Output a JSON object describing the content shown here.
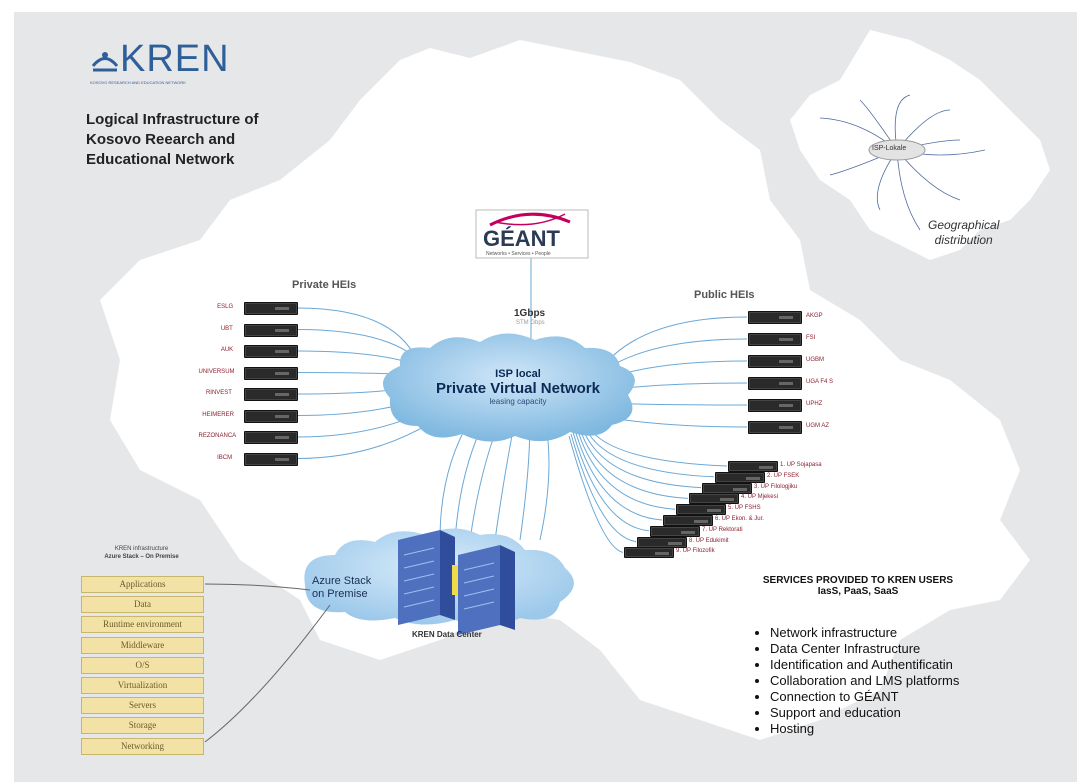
{
  "logo": {
    "name": "KREN",
    "tagline": "KOSOVO RESEARCH AND EDUCATION NETWORK"
  },
  "title_lines": [
    "Logical Infrastructure of",
    "Kosovo Reearch and",
    "Educational Network"
  ],
  "inset": {
    "node_label": "ISP-Lokale",
    "caption_lines": [
      "Geographical",
      "distribution"
    ]
  },
  "geant": {
    "name": "GÉANT",
    "tagline": "Networks • Services • People"
  },
  "uplink": {
    "speed": "1Gbps",
    "sub": "STM Gbps"
  },
  "private_heis": {
    "heading": "Private HEIs",
    "items": [
      "ESLG",
      "UBT",
      "AUK",
      "UNIVERSUM",
      "RINVEST",
      "HEIMERER",
      "REZONANCA",
      "IBCM"
    ]
  },
  "public_heis": {
    "heading": "Public HEIs",
    "items": [
      "AKGP",
      "FSI",
      "UGBM",
      "UGA F4 S",
      "UPHZ",
      "UGM AZ"
    ],
    "up_items": [
      "1. UP Sojapasa",
      "2. UP FSEK",
      "3. UP Filologjiku",
      "4. UP Mjekesi",
      "5. UP FSHS",
      "6. UP Ekon. & Jur.",
      "7. UP Rektorati",
      "8. UP Edukimit",
      "9. UP Filozofik"
    ]
  },
  "cloud": {
    "line1": "ISP local",
    "line2": "Private Virtual Network",
    "line3": "leasing capacity"
  },
  "azure": {
    "line1": "Azure Stack",
    "line2": "on Premise"
  },
  "datacenter_label": "KREN Data Center",
  "stack": {
    "header_line1": "KREN infrastructure",
    "header_line2": "Azure Stack – On Premise",
    "layers": [
      "Applications",
      "Data",
      "Runtime environment",
      "Middleware",
      "O/S",
      "Virtualization",
      "Servers",
      "Storage",
      "Networking"
    ]
  },
  "services": {
    "heading": "SERVICES PROVIDED TO KREN USERS",
    "subheading": "IasS, PaaS, SaaS",
    "items": [
      "Network infrastructure",
      "Data Center Infrastructure",
      "Identification and Authentificatin",
      "Collaboration and LMS platforms",
      "Connection to GÉANT",
      "Support and education",
      "Hosting"
    ]
  },
  "colors": {
    "map": "#ffffff",
    "frame": "#e6e7e9",
    "cloud": "#7fb8e0",
    "link": "#6aa8d6",
    "brand": "#2f5f99",
    "label": "#8a2030",
    "stack_fill": "#f3e2a6"
  }
}
